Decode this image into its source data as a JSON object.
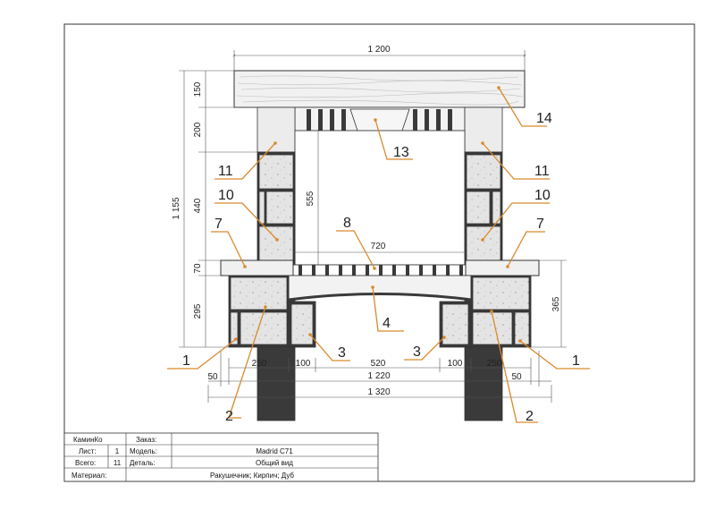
{
  "dimensions": {
    "top_width": "1 200",
    "slab_height": "150",
    "upper_side": "200",
    "firebox_height": "555",
    "mid_side": "440",
    "total_height": "1 155",
    "grate_width": "720",
    "shelf_thickness": "70",
    "base_height": "295",
    "right_height": "365",
    "col_left": "250",
    "inner_left": "100",
    "opening": "520",
    "inner_right": "100",
    "col_right": "250",
    "offset_left": "50",
    "offset_right": "50",
    "base_width": "1 220",
    "overall_width": "1 320"
  },
  "callouts": {
    "c1l": "1",
    "c1r": "1",
    "c2l": "2",
    "c2r": "2",
    "c3l": "3",
    "c3r": "3",
    "c4": "4",
    "c7l": "7",
    "c7r": "7",
    "c8": "8",
    "c10l": "10",
    "c10r": "10",
    "c11l": "11",
    "c11r": "11",
    "c13": "13",
    "c14": "14"
  },
  "title_block": {
    "company": "КаминКо",
    "order_label": "Заказ:",
    "order_value": "",
    "sheet_label": "Лист:",
    "sheet_value": "1",
    "model_label": "Модель:",
    "model_value": "Madrid C71",
    "total_label": "Всего:",
    "total_value": "11",
    "detail_label": "Деталь:",
    "detail_value": "Общий вид",
    "material_label": "Материал:",
    "material_value": "Ракушечник; Кирпич; Дуб"
  },
  "colors": {
    "callout": "#d9892b",
    "brick": "#3a3a3a",
    "stone": "#e2e2e2",
    "line": "#333333",
    "dim_line": "#555555"
  }
}
